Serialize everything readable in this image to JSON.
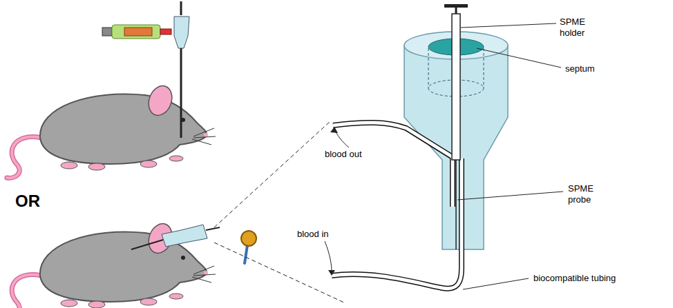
{
  "diagram": {
    "labels": [
      "SPME holder",
      "septum",
      "blood out",
      "OR",
      "SPME probe",
      "blood in",
      "biocompatible tubing"
    ]
  }
}
